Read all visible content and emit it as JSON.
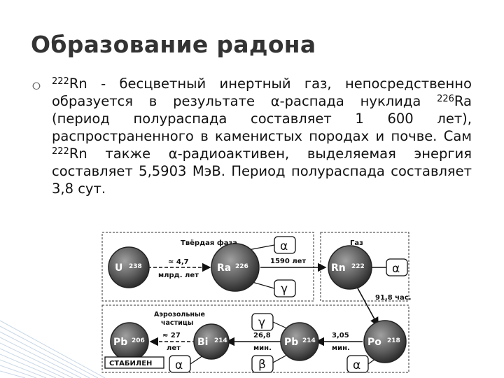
{
  "slide": {
    "title": "Образование радона",
    "bullet": {
      "rn_mass": "222",
      "rn_symbol": "Rn",
      "part1": " - бесцветный инертный газ, непосредственно образуется в результате α-распада нуклида ",
      "ra_mass": "226",
      "ra_symbol": "Ra",
      "part2": " (период полураспада составляет 1 600 лет), распространенного в каменистых породах и почве. Сам ",
      "rn_mass2": "222",
      "rn_symbol2": "Rn",
      "part3": " также α-радиоактивен, выделяемая энергия составляет 5,5903 МэВ. Период полураспада составляет 3,8 сут."
    }
  },
  "diagram": {
    "solid_phase_label": "Твёрдая фаза",
    "gas_label": "Газ",
    "aerosol_label_line1": "Аэрозольные",
    "aerosol_label_line2": "частицы",
    "stable_label": "СТАБИЛЕН",
    "nuclides": {
      "u": {
        "symbol": "U",
        "mass": "238"
      },
      "ra": {
        "symbol": "Ra",
        "mass": "226"
      },
      "rn": {
        "symbol": "Rn",
        "mass": "222"
      },
      "po": {
        "symbol": "Po",
        "mass": "218"
      },
      "pb214": {
        "symbol": "Pb",
        "mass": "214"
      },
      "bi": {
        "symbol": "Bi",
        "mass": "214"
      },
      "pb206": {
        "symbol": "Pb",
        "mass": "206"
      }
    },
    "transitions": {
      "u_ra_line1": "≈ 4,7",
      "u_ra_line2": "млрд. лет",
      "ra_rn": "1590 лет",
      "rn_po": "91,8 час.",
      "po_pb_line1": "3,05",
      "po_pb_line2": "мин.",
      "pb_bi_line1": "26,8",
      "pb_bi_line2": "мин.",
      "bi_pb_line1": "≈ 27",
      "bi_pb_line2": "лет"
    },
    "radiation": {
      "alpha": "α",
      "beta": "β",
      "gamma": "γ"
    }
  }
}
